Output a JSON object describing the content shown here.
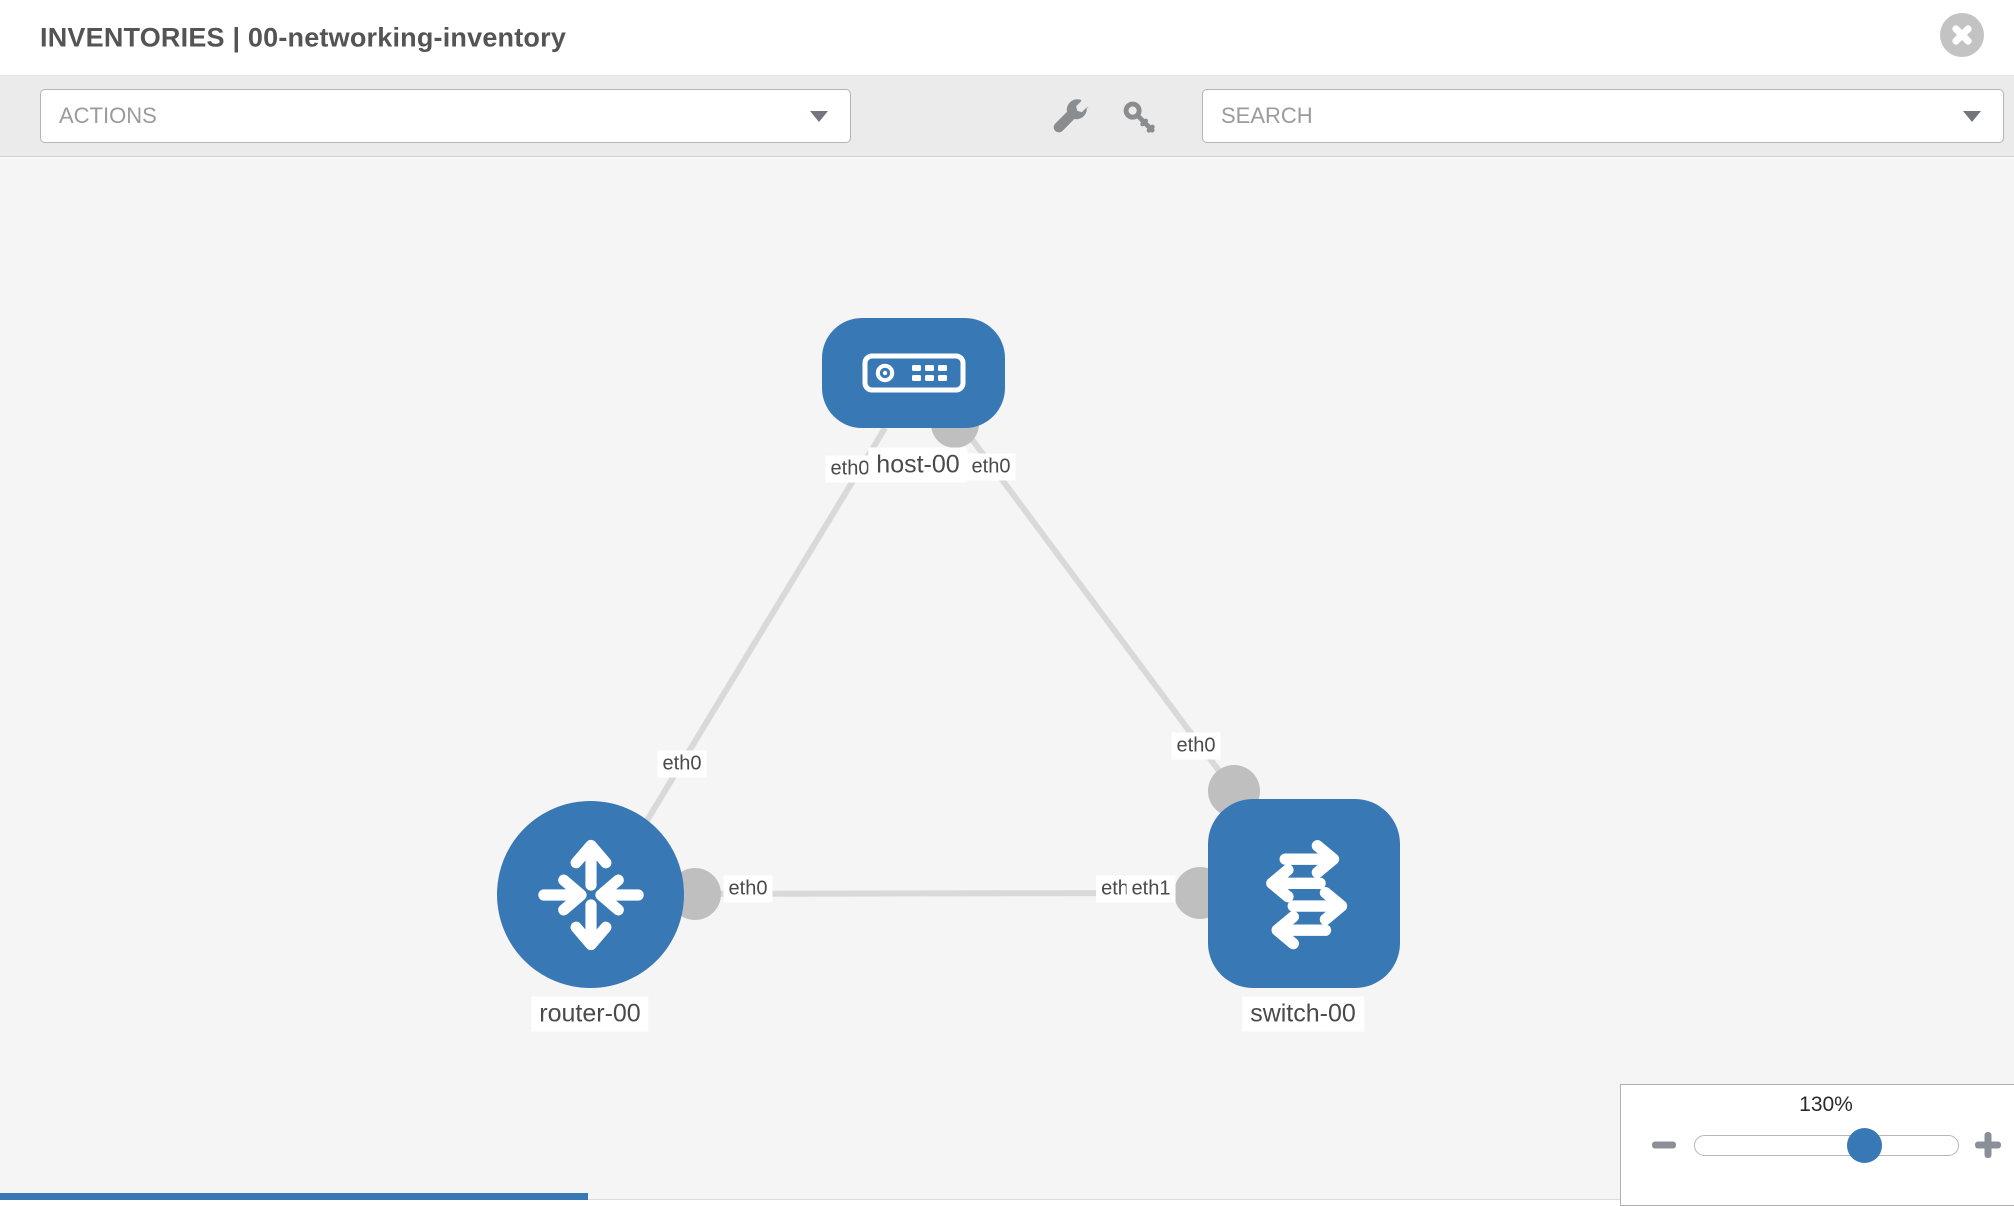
{
  "window": {
    "title": "INVENTORIES | 00-networking-inventory",
    "close_icon": "close-circle-icon"
  },
  "toolbar": {
    "actions": {
      "label": "ACTIONS",
      "icon": "chevron-down-icon"
    },
    "search": {
      "label": "SEARCH",
      "icon": "chevron-down-icon"
    },
    "tools": [
      {
        "icon": "wrench-icon"
      },
      {
        "icon": "key-icon"
      }
    ]
  },
  "topology": {
    "nodes": [
      {
        "name": "host-00",
        "type": "host",
        "shape": "rounded-rect",
        "color": "#3878b4",
        "icon": "server-icon"
      },
      {
        "name": "router-00",
        "type": "router",
        "shape": "circle",
        "color": "#3878b4",
        "icon": "router-arrows-icon"
      },
      {
        "name": "switch-00",
        "type": "switch",
        "shape": "rounded-square",
        "color": "#3878b4",
        "icon": "switch-arrows-icon"
      }
    ],
    "links": [
      {
        "source": "host-00",
        "target": "router-00",
        "source_interface": "eth0",
        "target_interface": "eth0"
      },
      {
        "source": "host-00",
        "target": "switch-00",
        "source_interface": "eth0",
        "target_interface": "eth0"
      },
      {
        "source": "router-00",
        "target": "switch-00",
        "source_interface": "eth0",
        "target_interface": "eth1"
      }
    ],
    "labels": {
      "host": "host-00",
      "router": "router-00",
      "switch": "switch-00",
      "host_if_left": "eth0",
      "host_if_right": "eth0",
      "router_if_top": "eth0",
      "router_if_right": "eth0",
      "switch_if_top": "eth0",
      "switch_if_left": "eth1",
      "switch_if_left_overlap": "eth"
    }
  },
  "zoom_control": {
    "level": "130%",
    "zoom_out_icon": "minus-icon",
    "zoom_in_icon": "plus-icon"
  },
  "colors": {
    "node_blue": "#3878b4",
    "link_gray": "#d9d9d9",
    "connector_gray": "#bfbfbf",
    "canvas_bg": "#f5f5f5",
    "toolbar_bg": "#ebebeb"
  }
}
